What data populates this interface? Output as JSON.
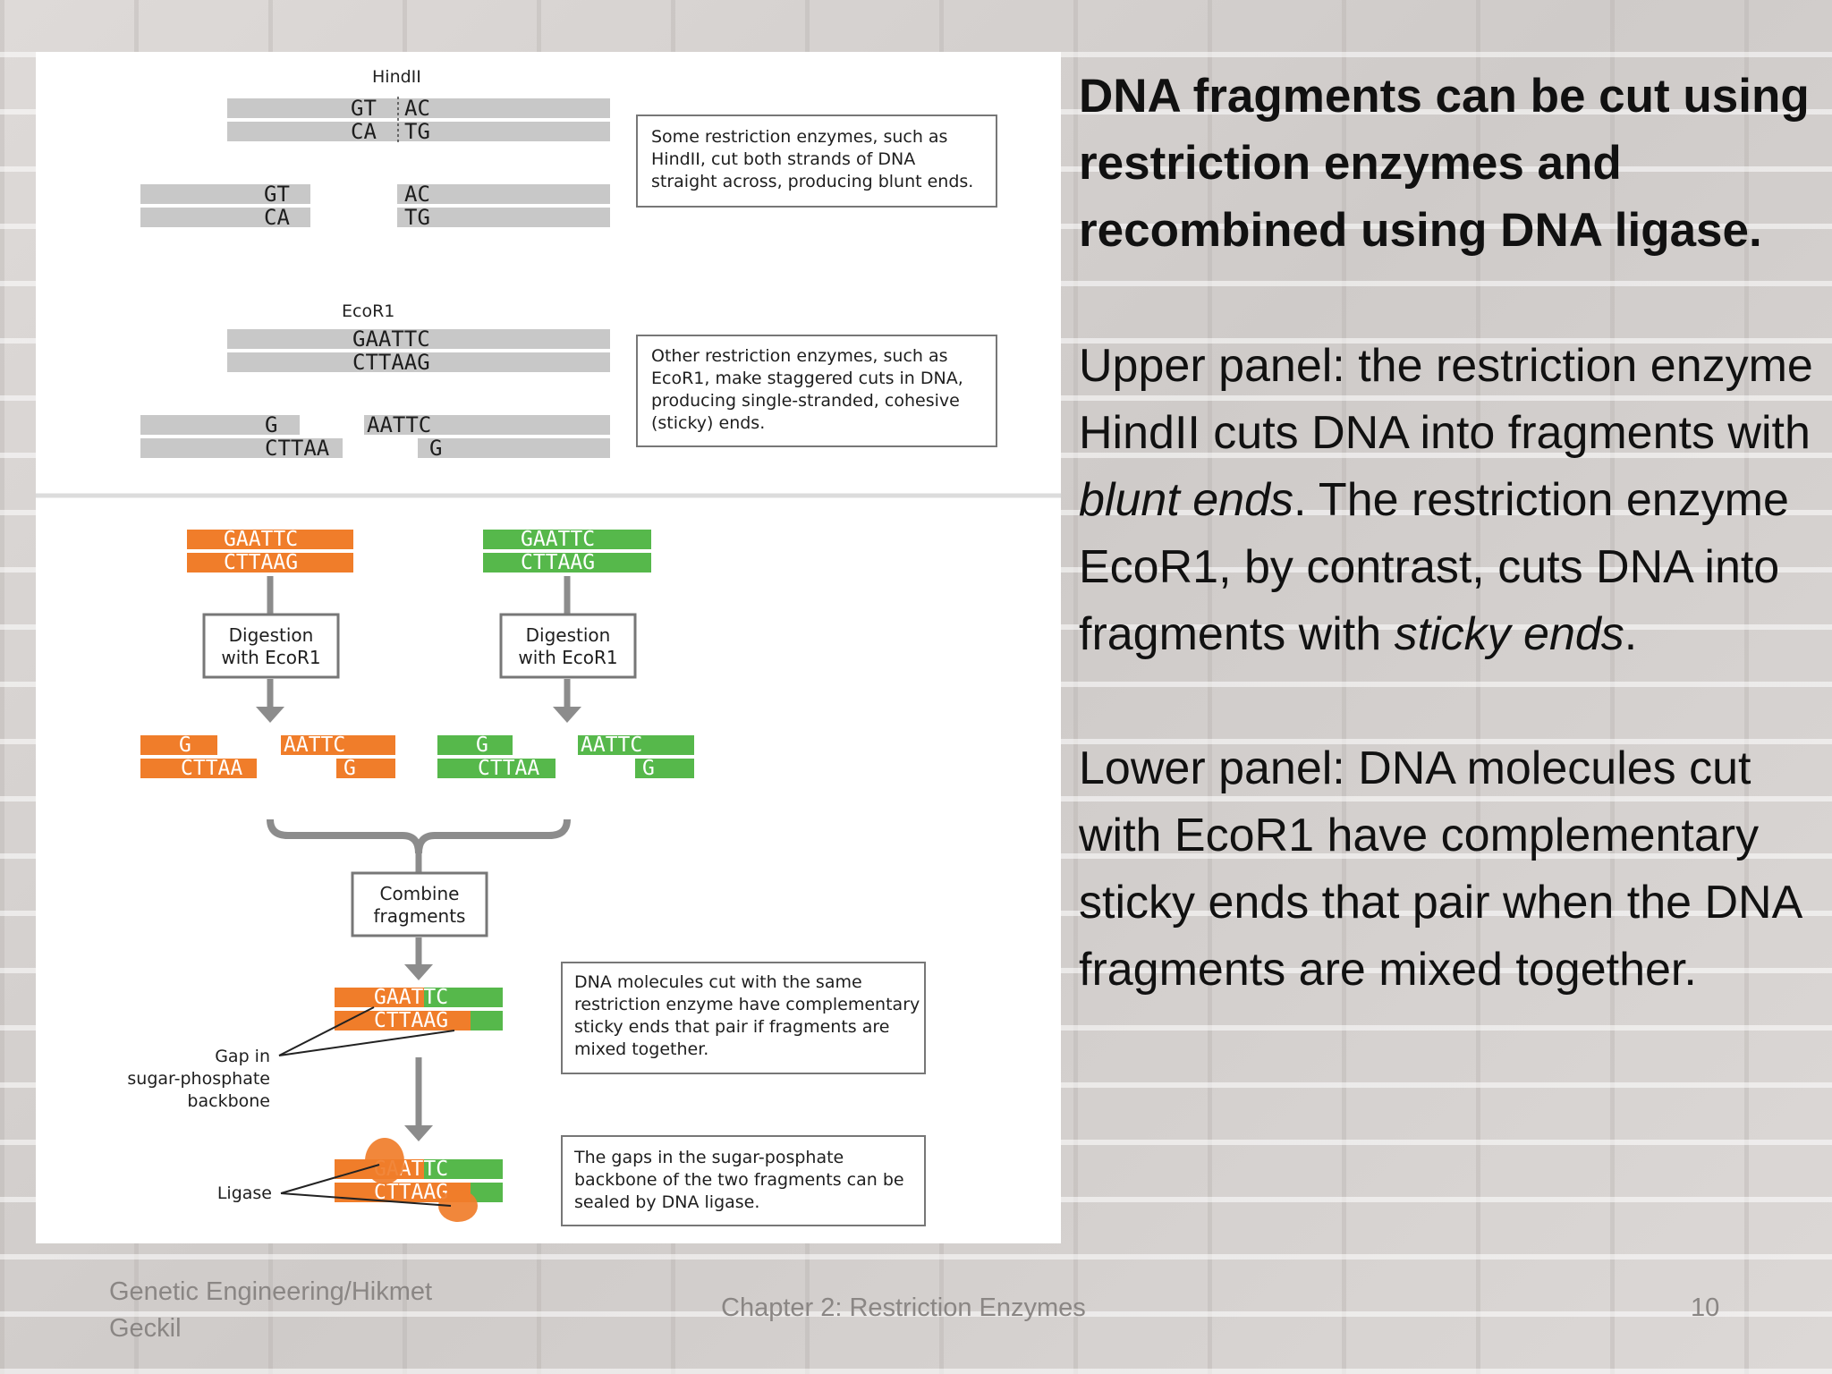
{
  "figure": {
    "upper": {
      "hindii_label": "HindII",
      "hindii_top_left": "GT",
      "hindii_top_right": "AC",
      "hindii_bottom_left": "CA",
      "hindii_bottom_right": "TG",
      "hindii_frag_top_left": "GT",
      "hindii_frag_bottom_left": "CA",
      "hindii_frag_top_right": "AC",
      "hindii_frag_bottom_right": "TG",
      "hindii_note": [
        "Some restriction enzymes, such as",
        "HindII, cut both strands of DNA",
        "straight across, producing blunt ends."
      ],
      "ecor1_label": "EcoR1",
      "ecor1_top": "GAATTC",
      "ecor1_bottom": "CTTAAG",
      "ecor1_frag_top_left": "G",
      "ecor1_frag_bottom_left": "CTTAA",
      "ecor1_frag_top_right": "AATTC",
      "ecor1_frag_bottom_right": "G",
      "ecor1_note": [
        "Other restriction enzymes, such as",
        "EcoR1, make staggered cuts in DNA,",
        "producing single-stranded, cohesive",
        "(sticky) ends."
      ]
    },
    "lower": {
      "orange_top": "GAATTC",
      "orange_bottom": "CTTAAG",
      "green_top": "GAATTC",
      "green_bottom": "CTTAAG",
      "digest_left": [
        "Digestion",
        "with EcoR1"
      ],
      "digest_right": [
        "Digestion",
        "with EcoR1"
      ],
      "frag_g": "G",
      "frag_cttaa": "CTTAA",
      "frag_aattc": "AATTC",
      "combine": [
        "Combine",
        "fragments"
      ],
      "joined_top": "GAATTC",
      "joined_bottom": "CTTAAG",
      "gap_label": [
        "Gap in",
        "sugar-phosphate",
        "backbone"
      ],
      "ligase_label": "Ligase",
      "pair_note": [
        "DNA molecules cut with the same",
        "restriction enzyme have complementary",
        "sticky ends that pair if fragments are",
        "mixed together."
      ],
      "ligase_note": [
        "The gaps in the sugar-posphate",
        "backbone of the two fragments can be",
        "sealed by DNA ligase."
      ]
    }
  },
  "text": {
    "heading": "DNA fragments can be cut using restriction enzymes and recombined using DNA ligase.",
    "upper_1": "Upper panel: the restriction enzyme HindII cuts DNA into fragments with ",
    "upper_blunt": "blunt ends",
    "upper_2": ". The restriction enzyme EcoR1, by contrast, cuts DNA into fragments with ",
    "upper_sticky": "sticky ends",
    "upper_3": ".",
    "lower": "Lower panel: DNA molecules cut with EcoR1 have complementary sticky ends that pair when the DNA fragments are mixed together."
  },
  "footer": {
    "author": "Genetic Engineering/Hikmet Geckil",
    "chapter": "Chapter 2:  Restriction Enzymes",
    "page": "10"
  },
  "colors": {
    "strand_gray": "#c8c8c8",
    "orange": "#f07d2a",
    "green": "#56b84b",
    "arrow_gray": "#8c8c8c"
  }
}
